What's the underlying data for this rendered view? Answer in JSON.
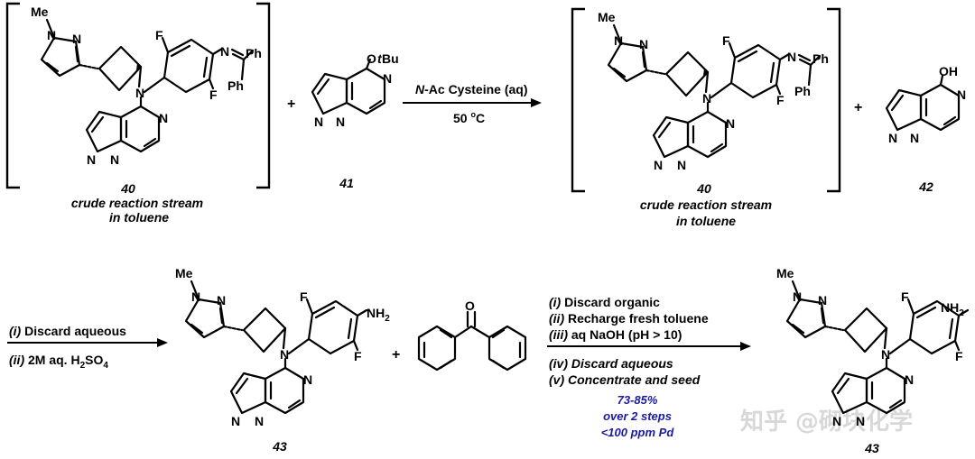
{
  "compounds": {
    "c40": {
      "number": "40",
      "caption_line1": "crude reaction stream",
      "caption_line2": "in toluene"
    },
    "c41": {
      "number": "41"
    },
    "c42": {
      "number": "42"
    },
    "c43": {
      "number": "43"
    }
  },
  "atoms": {
    "me": "Me",
    "n": "N",
    "f": "F",
    "ph": "Ph",
    "otbu_o": "O",
    "otbu_t": "t",
    "otbu_bu": "Bu",
    "oh": "OH",
    "nh2_nh": "NH",
    "nh2_sub": "2",
    "o": "O"
  },
  "plus": "+",
  "step1": {
    "reagent_prefix": "N",
    "reagent_rest": "-Ac Cysteine (aq)",
    "temp_value": "50 ",
    "temp_unit_o": "o",
    "temp_unit_c": "C"
  },
  "step2": {
    "line1_num": "(i)",
    "line1_text": " Discard aqueous",
    "line2_num": "(ii)",
    "line2_text": " 2M aq. H",
    "line2_sub2": "2",
    "line2_so": "SO",
    "line2_sub4": "4"
  },
  "step3": {
    "l1_num": "(i)",
    "l1_text": " Discard organic",
    "l2_num": "(ii)",
    "l2_text": " Recharge fresh toluene",
    "l3_num": "(iii)",
    "l3_text": " aq NaOH (pH > 10)",
    "l4_num": "(iv)",
    "l4_text": " Discard aqueous",
    "l5_num": "(v)",
    "l5_text": " Concentrate and seed",
    "yield1": "73-85%",
    "yield2": "over 2 steps",
    "yield3": "<100 ppm Pd"
  },
  "watermark": "知乎 @砌块化学"
}
